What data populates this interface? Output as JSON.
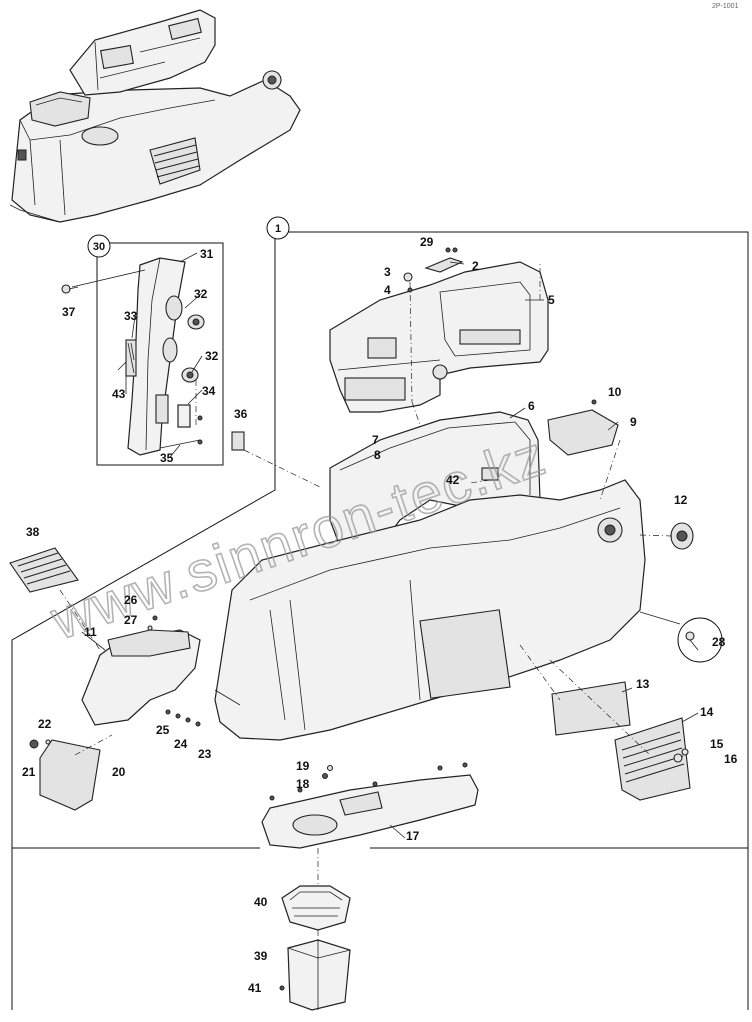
{
  "corner_code": "2P-1001",
  "callouts": {
    "circled_1": "1",
    "circled_30": "30",
    "l2": "2",
    "l3": "3",
    "l4": "4",
    "l5": "5",
    "l6": "6",
    "l7": "7",
    "l8": "8",
    "l9": "9",
    "l10": "10",
    "l11": "11",
    "l12": "12",
    "l13": "13",
    "l14": "14",
    "l15": "15",
    "l16": "16",
    "l17": "17",
    "l18": "18",
    "l19": "19",
    "l20": "20",
    "l21": "21",
    "l22": "22",
    "l23": "23",
    "l24": "24",
    "l25": "25",
    "l26": "26",
    "l27": "27",
    "l28": "28",
    "l29": "29",
    "l31": "31",
    "l32a": "32",
    "l32b": "32",
    "l33": "33",
    "l34": "34",
    "l35": "35",
    "l36": "36",
    "l37": "37",
    "l38": "38",
    "l39": "39",
    "l40": "40",
    "l41": "41",
    "l42": "42",
    "l43": "43"
  },
  "watermark": "www.sinnron-tec.kz",
  "colors": {
    "line": "#222222",
    "fill": "#f2f2f2",
    "watermark": "#9a9a9a"
  }
}
